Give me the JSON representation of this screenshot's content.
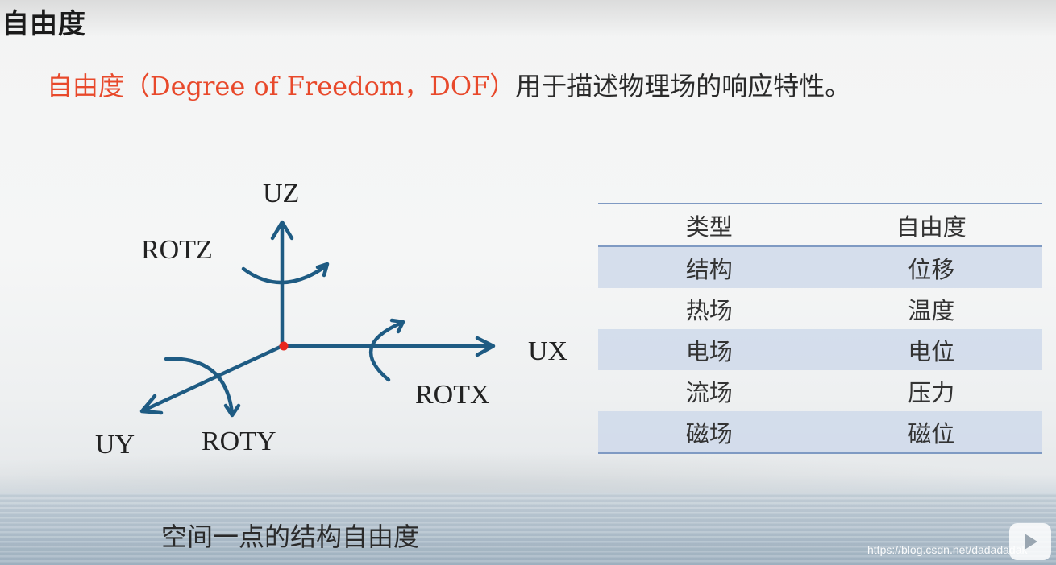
{
  "slide": {
    "title": "自由度",
    "intro_highlight": "自由度（Degree of Freedom，DOF）",
    "intro_rest": "用于描述物理场的响应特性。"
  },
  "diagram": {
    "labels": {
      "uz": "UZ",
      "rotz": "ROTZ",
      "ux": "UX",
      "rotx": "ROTX",
      "uy": "UY",
      "roty": "ROTY"
    },
    "caption": "空间一点的结构自由度",
    "colors": {
      "axis": "#1e5b83",
      "origin": "#e8271e"
    }
  },
  "table": {
    "headers": [
      "类型",
      "自由度"
    ],
    "rows": [
      [
        "结构",
        "位移"
      ],
      [
        "热场",
        "温度"
      ],
      [
        "电场",
        "电位"
      ],
      [
        "流场",
        "压力"
      ],
      [
        "磁场",
        "磁位"
      ]
    ],
    "border_color": "#7f9ac3",
    "band_color": "#cfd9ea"
  },
  "watermark": "https://blog.csdn.net/dadadadak",
  "player": {
    "icon": "play-icon"
  }
}
